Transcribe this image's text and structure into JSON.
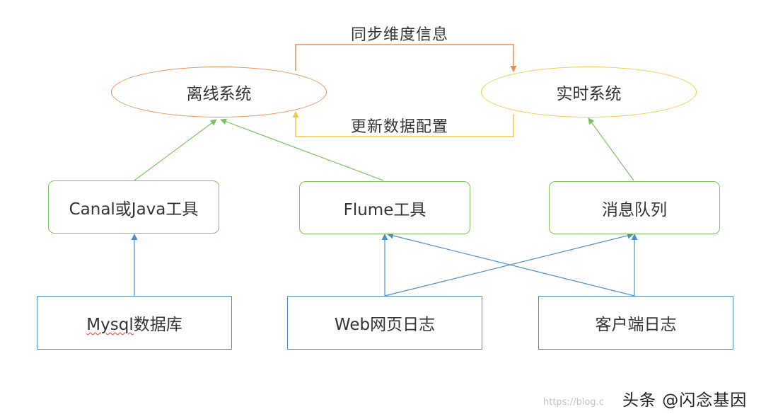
{
  "nodes": {
    "offline_system": "离线系统",
    "realtime_system": "实时系统",
    "canal_tool": "Canal或Java工具",
    "flume_tool": "Flume工具",
    "message_queue": "消息队列",
    "mysql_prefix": "Mysql",
    "mysql_suffix": "数据库",
    "web_log": "Web网页日志",
    "client_log": "客户端日志"
  },
  "edges": {
    "sync_label": "同步维度信息",
    "update_label": "更新数据配置"
  },
  "watermark": {
    "blog": "https://blog.c",
    "brand": "头条 @闪念基因"
  },
  "colors": {
    "orange": "#ef8d4f",
    "yellow": "#f5c842",
    "green": "#7cc35f",
    "blue": "#4d8fcb"
  }
}
